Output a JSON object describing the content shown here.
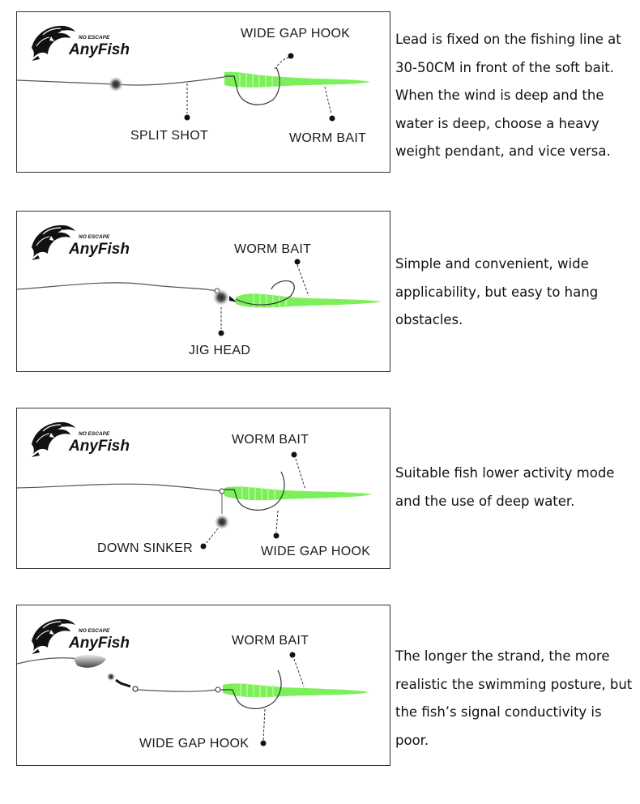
{
  "brand": {
    "tagline": "NO ESCAPE",
    "name": "AnyFish"
  },
  "colors": {
    "bait": "#7CF05A",
    "line": "#444444",
    "text": "#111111"
  },
  "rigs": [
    {
      "labels": {
        "split_shot": "SPLIT SHOT",
        "wide_gap_hook": "WIDE GAP HOOK",
        "worm_bait": "WORM BAIT"
      },
      "description": "Lead is fixed on the fishing line at 30-50CM in front of the soft bait. When the wind is deep and the water is deep, choose a heavy weight pendant, and vice versa."
    },
    {
      "labels": {
        "worm_bait": "WORM BAIT",
        "jig_head": "JIG HEAD"
      },
      "description": "Simple and convenient, wide applicability, but easy to hang obstacles."
    },
    {
      "labels": {
        "worm_bait": "WORM BAIT",
        "down_sinker": "DOWN SINKER",
        "wide_gap_hook": "WIDE GAP HOOK"
      },
      "description": "Suitable fish lower activity mode and the use of deep water."
    },
    {
      "labels": {
        "worm_bait": "WORM BAIT",
        "wide_gap_hook": "WIDE GAP HOOK"
      },
      "description": "The longer the strand, the more realistic the swimming posture, but the fish’s signal conductivity is poor."
    }
  ]
}
